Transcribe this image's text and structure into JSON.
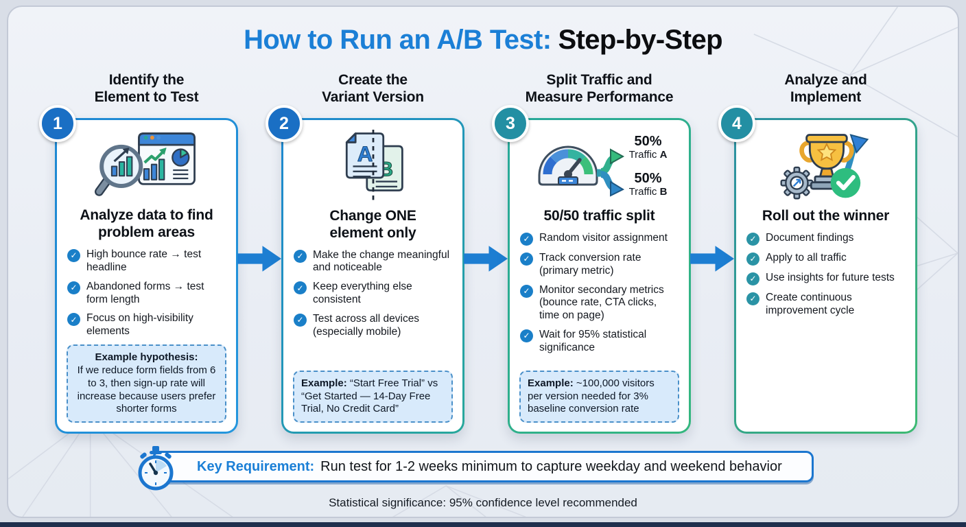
{
  "title": {
    "highlight": "How to Run an A/B Test:",
    "rest": "Step-by-Step"
  },
  "colors": {
    "title_accent": "#1b7fd6",
    "arrow": "#1d7ed2",
    "panel_background": "#eef1f6",
    "bottom_bar": "#1f2f4d",
    "example_box_bg": "#d8eafb",
    "example_box_border": "#4a90c9",
    "key_bar_border": "#1b76cf"
  },
  "icons": {
    "step1": "magnifier-analytics",
    "step2": "ab-documents",
    "step3": "gauge-traffic-split",
    "step4": "trophy-winner",
    "key_bar": "stopwatch",
    "bullet": "check-circle",
    "between_steps": "arrow-right"
  },
  "steps": [
    {
      "number": "1",
      "header": "Identify the\nElement to Test",
      "card_title": "Analyze data to find\nproblem areas",
      "bullets": [
        "High bounce rate → test headline",
        "Abandoned forms → test form length",
        "Focus on high-visibility elements"
      ],
      "example_label": "Example hypothesis:",
      "example_body": "If we reduce form fields from 6 to 3, then sign-up rate will increase because users prefer shorter forms",
      "colors": {
        "badge": "#1a6fc4",
        "border_from": "#1e88d2",
        "border_to": "#2496dd",
        "check": "#1a7fc8"
      }
    },
    {
      "number": "2",
      "header": "Create the\nVariant Version",
      "card_title": "Change ONE\nelement only",
      "bullets": [
        "Make the change meaningful and noticeable",
        "Keep everything else consistent",
        "Test across all devices (especially mobile)"
      ],
      "example_label": "Example:",
      "example_body": "“Start Free Trial” vs “Get Started — 14-Day Free Trial, No Credit Card”",
      "colors": {
        "badge": "#1a6fc4",
        "border_from": "#1e88d2",
        "border_to": "#28a89b",
        "check": "#1a7fc8"
      }
    },
    {
      "number": "3",
      "header": "Split Traffic and\nMeasure Performance",
      "card_title": "50/50 traffic split",
      "icon_labels": [
        {
          "pct": "50%",
          "name": "Traffic ",
          "variant": "A"
        },
        {
          "pct": "50%",
          "name": "Traffic ",
          "variant": "B"
        }
      ],
      "bullets": [
        "Random visitor assignment",
        "Track conversion rate (primary metric)",
        "Monitor secondary metrics (bounce rate, CTA clicks, time on page)",
        "Wait for 95% statistical significance"
      ],
      "example_label": "Example:",
      "example_body": "~100,000 visitors per version needed for 3% baseline conversion rate",
      "colors": {
        "badge": "#238fa3",
        "border_from": "#28a89b",
        "border_to": "#35b77e",
        "check": "#1a7fc8"
      }
    },
    {
      "number": "4",
      "header": "Analyze and\nImplement",
      "card_title": "Roll out the winner",
      "bullets": [
        "Document findings",
        "Apply to all traffic",
        "Use insights for future tests",
        "Create continuous improvement cycle"
      ],
      "colors": {
        "badge": "#238fa3",
        "border_from": "#2b8fa3",
        "border_to": "#3cba72",
        "check": "#2a93a5"
      }
    }
  ],
  "key_requirement": {
    "label": "Key Requirement:",
    "text": "Run test for 1-2 weeks minimum to capture weekday and weekend behavior"
  },
  "footer_note": "Statistical significance: 95% confidence level recommended"
}
